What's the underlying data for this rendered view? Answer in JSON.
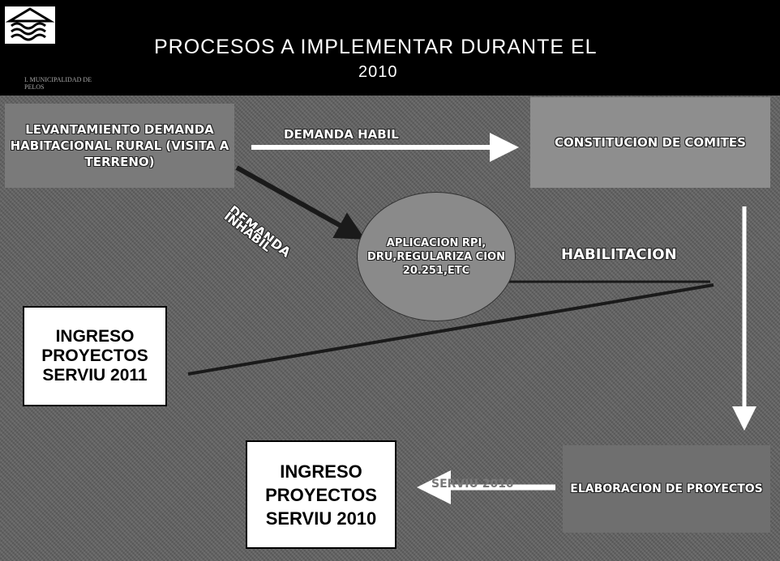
{
  "header": {
    "title_line1": "PROCESOS A IMPLEMENTAR DURANTE EL",
    "title_line2": "2010",
    "municipality_text": "I. MUNICIPALIDAD DE\nPELOS",
    "logo_icon": "municipal-logo-icon"
  },
  "nodes": {
    "levantamiento": "LEVANTAMIENTO DEMANDA HABITACIONAL RURAL (VISITA A TERRENO)",
    "constitucion": "CONSTITUCION DE COMITES",
    "aplicacion": "APLICACION RPI, DRU,REGULARIZA CION 20.251,ETC",
    "elaboracion": "ELABORACION DE PROYECTOS",
    "ingreso_2011": "INGRESO PROYECTOS SERVIU 2011",
    "ingreso_2010": "INGRESO PROYECTOS SERVIU 2010"
  },
  "edges": {
    "demanda_habil": "DEMANDA HABIL",
    "demanda": "DEMANDA",
    "inhabil": "INHABIL",
    "habilitacion": "HABILITACION",
    "dim_label": "SERVIU 2010"
  },
  "colors": {
    "background": "#5f5f5f",
    "header": "#000000",
    "box": "#7a7a7a",
    "arrow": "#ffffff",
    "line": "#1a1a1a"
  }
}
